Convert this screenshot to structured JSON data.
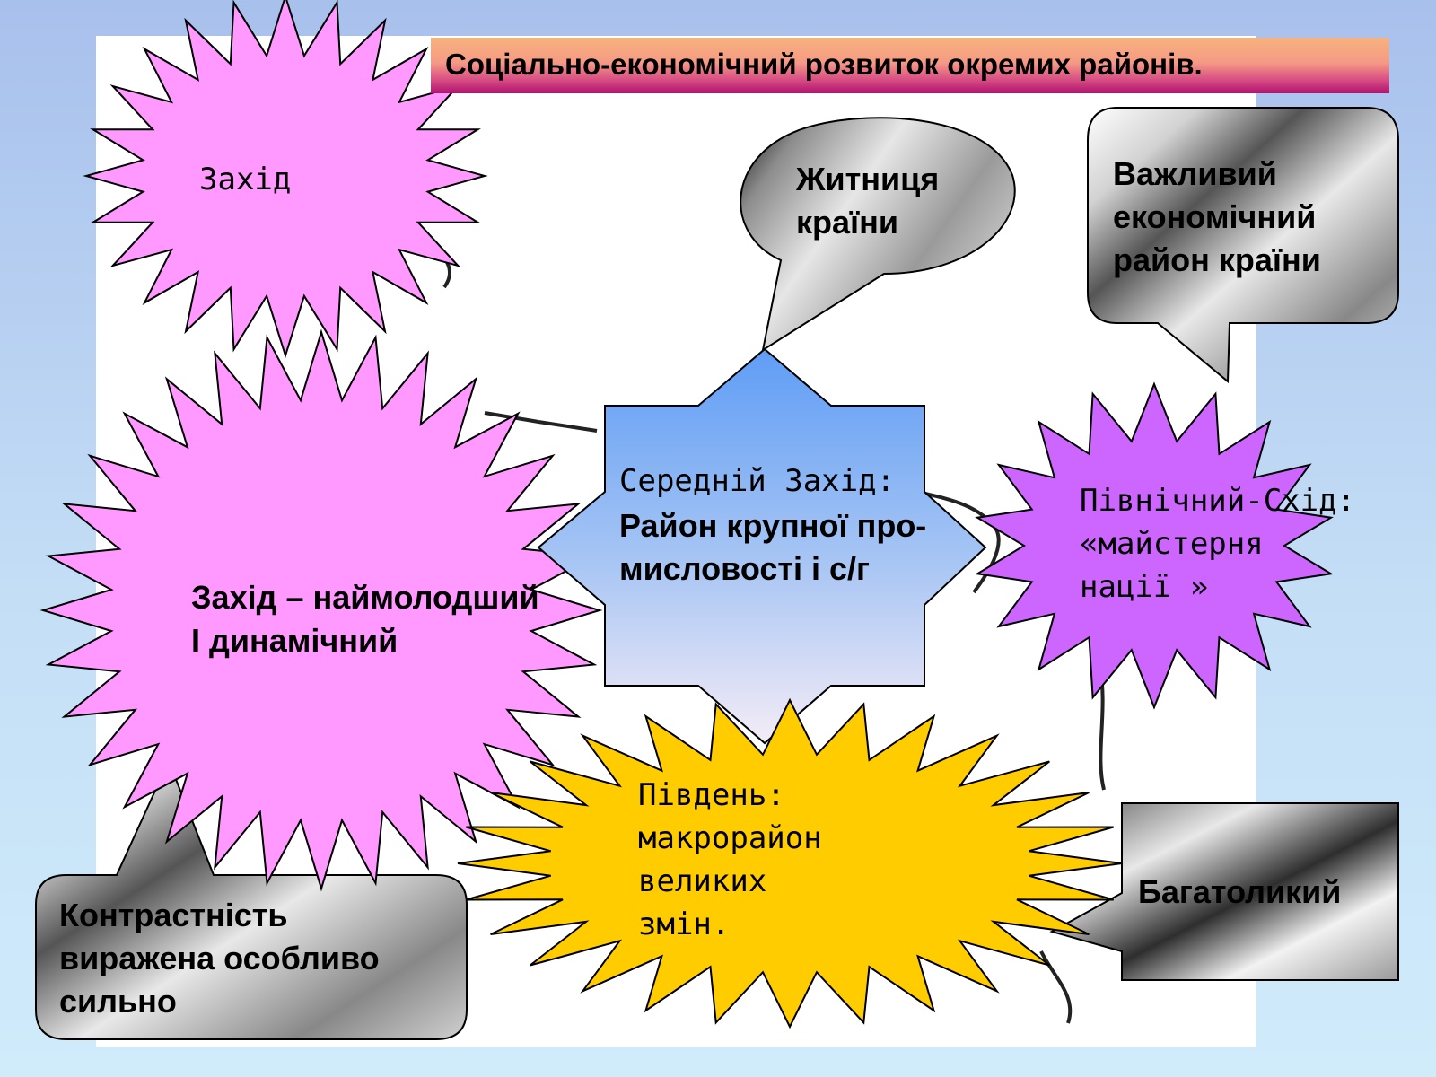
{
  "title": "Соціально-економічний розвиток окремих районів.",
  "colors": {
    "background": "#b8d2f2",
    "pink_burst": "#ff99ff",
    "violet_burst": "#cc66ff",
    "yellow_burst": "#ffcc00",
    "blue_star_top": "#5f9df5",
    "blue_star_bottom": "#ece6f6",
    "callout_metal": "#9a9a9a"
  },
  "shapes": {
    "west_burst": {
      "text": "Захід"
    },
    "young_burst": {
      "text": "Захід – наймолодший\nІ динамічний"
    },
    "midwest_star": {
      "text_head": "Середній Захід:",
      "text_body": "Район крупної про-\nмисловості і с/г"
    },
    "northeast_burst": {
      "text": "Північний-Схід:\n«майстерня\n  нації »"
    },
    "south_burst": {
      "text": "Південь:\nмакрорайон\nвеликих\nзмін."
    }
  },
  "callouts": {
    "breadbasket": {
      "text": "Житниця\nкраїни"
    },
    "important_region": {
      "text": "Важливий\nекономічний\nрайон країни"
    },
    "contrast": {
      "text": "Контрастність\nвиражена особливо\nсильно"
    },
    "multifaceted": {
      "text": "Багатоликий"
    }
  }
}
